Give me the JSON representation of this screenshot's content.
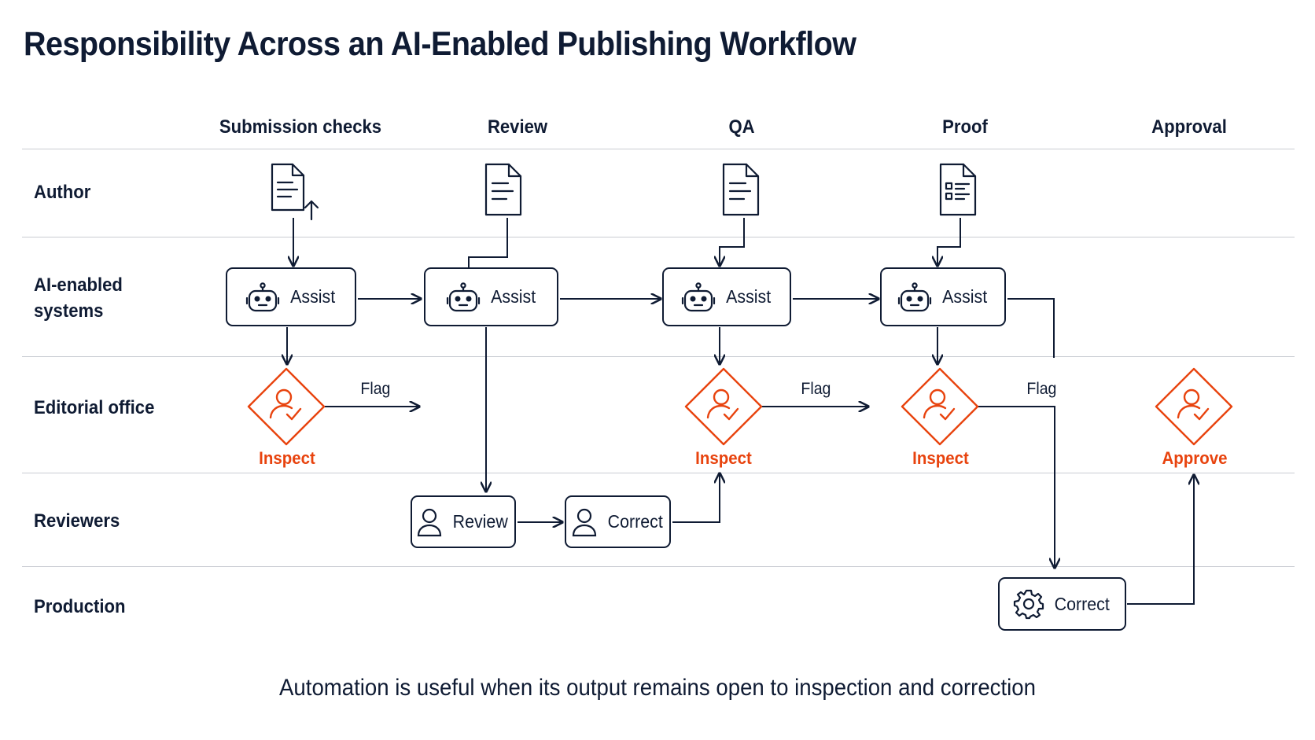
{
  "title": "Responsibility Across an AI-Enabled Publishing Workflow",
  "columns": [
    "Submission checks",
    "Review",
    "QA",
    "Proof",
    "Approval"
  ],
  "lanes": {
    "author": "Author",
    "ai_line1": "AI-enabled",
    "ai_line2": "systems",
    "editorial": "Editorial office",
    "reviewers": "Reviewers",
    "production": "Production"
  },
  "nodes": {
    "assist_1": "Assist",
    "assist_2": "Assist",
    "assist_3": "Assist",
    "assist_4": "Assist",
    "inspect_1": "Inspect",
    "inspect_2": "Inspect",
    "inspect_3": "Inspect",
    "approve": "Approve",
    "review": "Review",
    "correct_reviewers": "Correct",
    "correct_production": "Correct"
  },
  "flags": [
    "Flag",
    "Flag",
    "Flag"
  ],
  "footer": "Automation is useful when its output remains open to inspection and correction",
  "colors": {
    "ink": "#0f1b33",
    "accent": "#e8430e",
    "divider": "#c9ccd2"
  },
  "icons": [
    "document-upload-icon",
    "document-icon",
    "document-list-icon",
    "robot-icon",
    "person-check-icon",
    "person-icon",
    "gear-icon"
  ]
}
